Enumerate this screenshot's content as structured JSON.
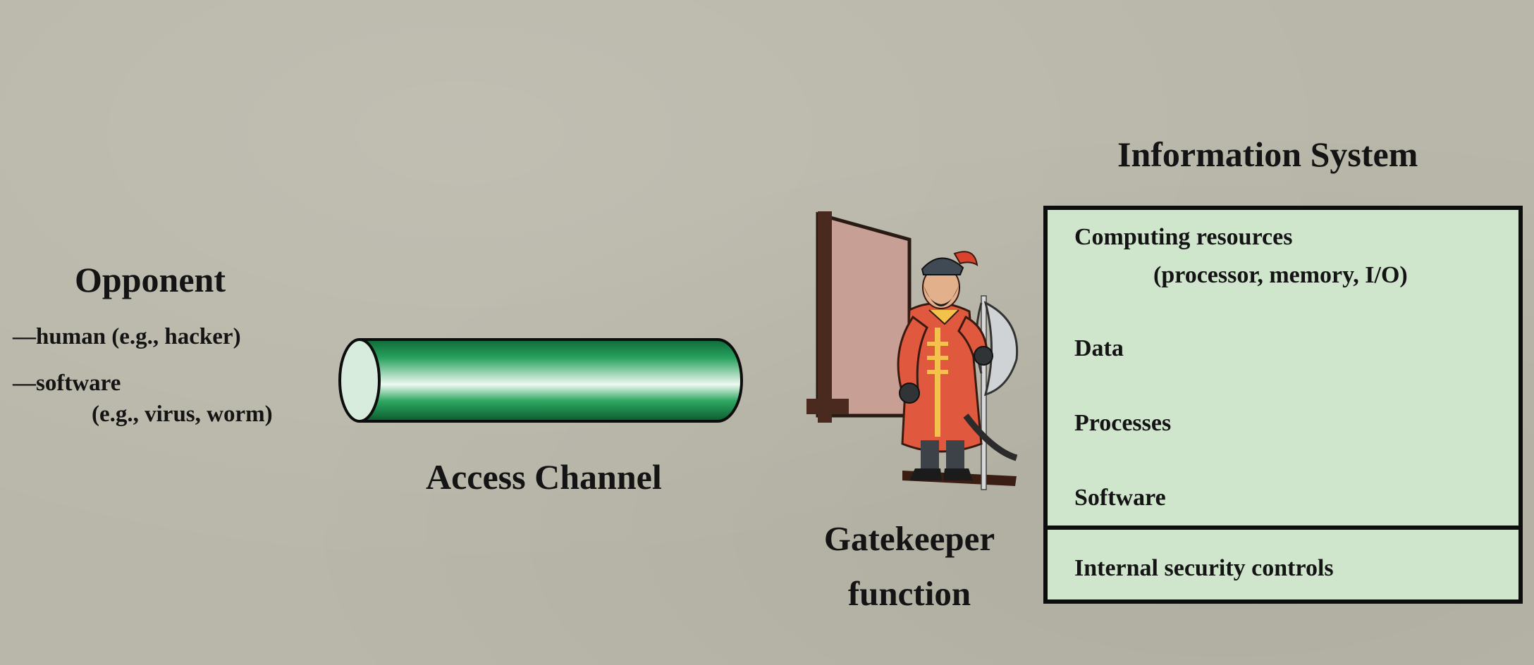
{
  "opponent": {
    "title": "Opponent",
    "lines": [
      "—human (e.g., hacker)",
      "—software",
      "(e.g., virus, worm)"
    ]
  },
  "channel": {
    "label": "Access Channel"
  },
  "gatekeeper": {
    "line1": "Gatekeeper",
    "line2": "function"
  },
  "information_system": {
    "title": "Information System",
    "items": [
      "Computing resources",
      "(processor, memory, I/O)",
      "Data",
      "Processes",
      "Software",
      "Internal security controls"
    ]
  },
  "colors": {
    "background": "#b9b7a9",
    "system_box_fill": "#cfe6cd",
    "channel_green": "#1f8a4c"
  },
  "icons": {
    "channel": "green-pipe-cylinder",
    "gatekeeper": "guard-with-halberd-at-door"
  }
}
